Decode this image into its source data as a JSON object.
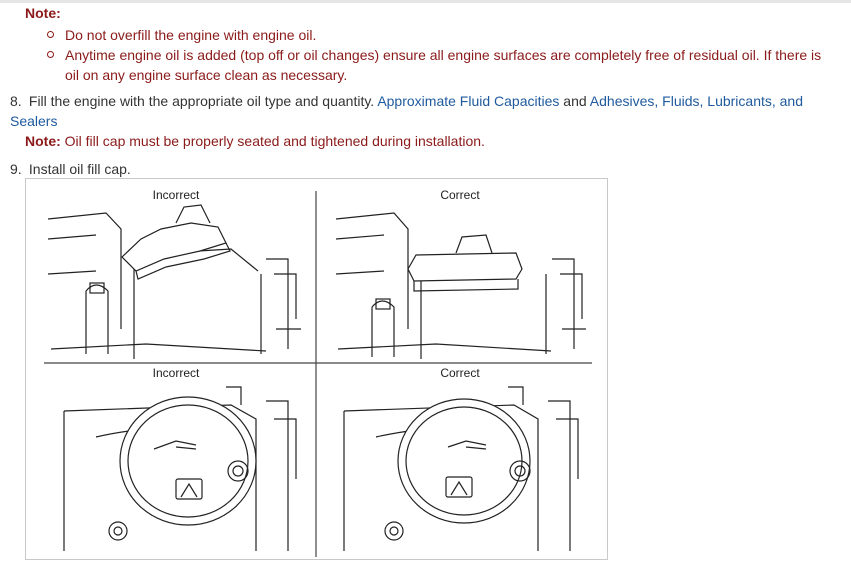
{
  "note_label": "Note:",
  "note_bullets": [
    "Do not overfill the engine with engine oil.",
    "Anytime engine oil is added (top off or oil changes) ensure all engine surfaces are completely free of residual oil. If there is oil on any engine surface clean as necessary."
  ],
  "step8": {
    "number": "8.",
    "text_prefix": "Fill the engine with the appropriate oil type and quantity.",
    "link1": "Approximate Fluid Capacities",
    "and": "and",
    "link2": "Adhesives, Fluids, Lubricants, and Sealers",
    "note_label": "Note:",
    "note_text": "Oil fill cap must be properly seated and tightened during installation."
  },
  "step9": {
    "number": "9.",
    "text": "Install oil fill cap."
  },
  "figure": {
    "top_left_caption": "Incorrect",
    "top_right_caption": "Correct",
    "bottom_left_caption": "Incorrect",
    "bottom_right_caption": "Correct"
  },
  "colors": {
    "note_red": "#8b1a1a",
    "link_blue": "#1f5a9e"
  }
}
